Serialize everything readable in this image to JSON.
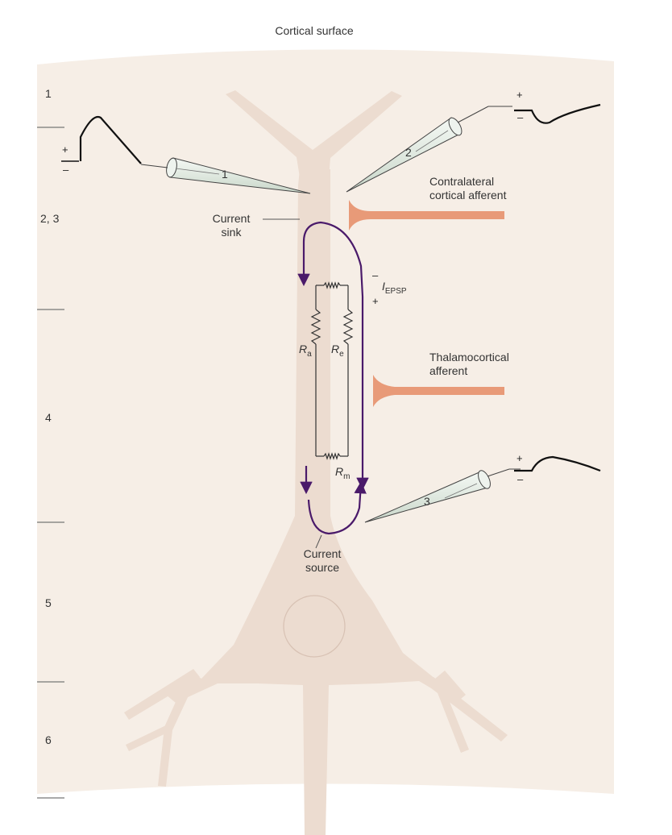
{
  "title": "Cortical surface",
  "layers": [
    "1",
    "2, 3",
    "4",
    "5",
    "6"
  ],
  "labels": {
    "current_sink": [
      "Current",
      "sink"
    ],
    "current_source": [
      "Current",
      "source"
    ],
    "contralateral": [
      "Contralateral",
      "cortical afferent"
    ],
    "thalamocortical": [
      "Thalamocortical",
      "afferent"
    ],
    "i_epsp": "I",
    "i_epsp_sub": "EPSP",
    "ra": "R",
    "ra_sub": "a",
    "re": "R",
    "re_sub": "e",
    "rm": "R",
    "rm_sub": "m"
  },
  "electrodes": [
    "1",
    "2",
    "3"
  ],
  "signs": {
    "plus": "+",
    "minus": "–"
  },
  "colors": {
    "tissue": "#f6eee6",
    "neuron": "#ecdcd0",
    "afferent": "#e89a78",
    "current": "#4a1a6a",
    "electrode": "#e6ede6"
  }
}
